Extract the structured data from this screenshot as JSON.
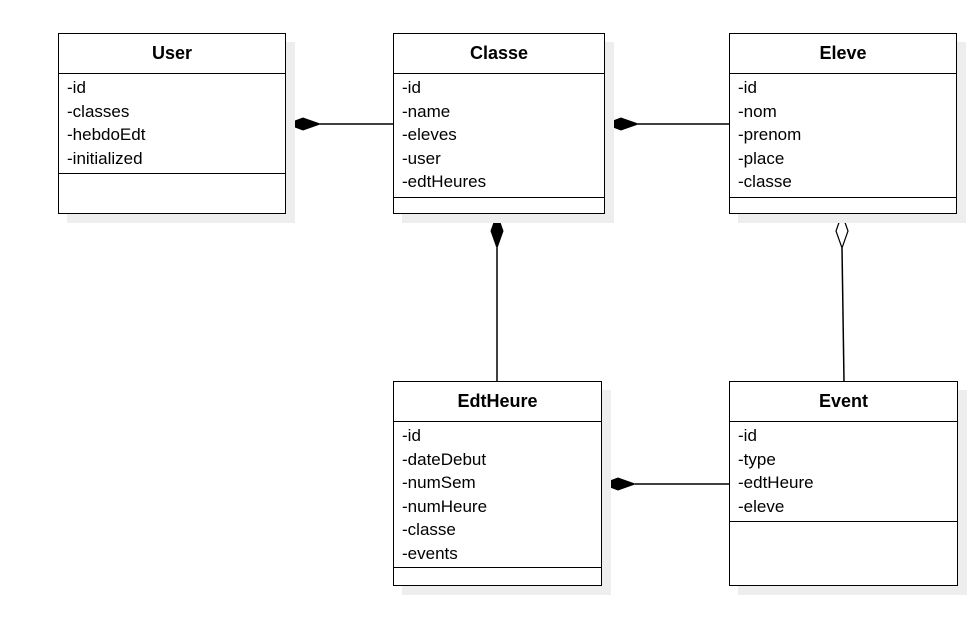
{
  "diagram": {
    "classes": {
      "user": {
        "name": "User",
        "attributes": [
          "-id",
          "-classes",
          "-hebdoEdt",
          "-initialized"
        ]
      },
      "classe": {
        "name": "Classe",
        "attributes": [
          "-id",
          "-name",
          "-eleves",
          "-user",
          "-edtHeures"
        ]
      },
      "eleve": {
        "name": "Eleve",
        "attributes": [
          "-id",
          "-nom",
          "-prenom",
          "-place",
          "-classe"
        ]
      },
      "edtheure": {
        "name": "EdtHeure",
        "attributes": [
          "-id",
          "-dateDebut",
          "-numSem",
          "-numHeure",
          "-classe",
          "-events"
        ]
      },
      "event": {
        "name": "Event",
        "attributes": [
          "-id",
          "-type",
          "-edtHeure",
          "-eleve"
        ]
      }
    },
    "relations": [
      {
        "from": "classe",
        "to": "user",
        "kind": "composition"
      },
      {
        "from": "eleve",
        "to": "classe",
        "kind": "composition"
      },
      {
        "from": "edtheure",
        "to": "classe",
        "kind": "composition"
      },
      {
        "from": "event",
        "to": "eleve",
        "kind": "aggregation"
      },
      {
        "from": "event",
        "to": "edtheure",
        "kind": "composition"
      }
    ],
    "colors": {
      "line": "#000000",
      "fill": "#ffffff",
      "shadow": "#eeeeee"
    }
  }
}
